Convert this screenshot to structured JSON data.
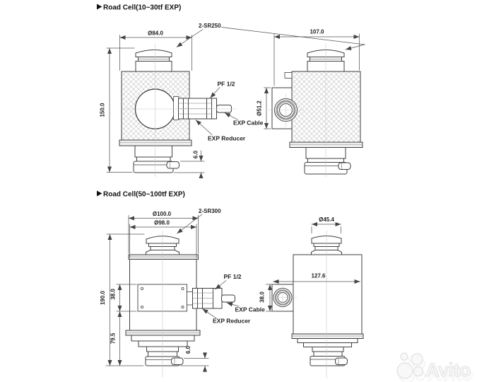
{
  "page": {
    "background": "#ffffff"
  },
  "section1": {
    "title": "Road Cell(10~30tf EXP)",
    "front": {
      "dia_top": "Ø84.0",
      "height": "150.0",
      "ring_height": "6.0",
      "spherical": "2-SR250",
      "thread": "PF 1/2",
      "cable": "EXP Cable",
      "reducer": "EXP Reducer"
    },
    "side": {
      "width": "107.0",
      "port_dia": "Ø51.2"
    }
  },
  "section2": {
    "title": "Road Cell(50~100tf EXP)",
    "front": {
      "dia_outer": "Ø100.0",
      "dia_inner": "Ø98.0",
      "spherical": "2-SR300",
      "height": "190.0",
      "plate_height": "38.0",
      "lower_height": "79.5",
      "ring_height": "6.0",
      "thread": "PF 1/2",
      "cable": "EXP Cable",
      "reducer": "EXP Reducer"
    },
    "side": {
      "dia_top": "Ø45.4",
      "body_width": "127.6",
      "port_height": "38.0"
    }
  },
  "watermark": {
    "brand": "Avito"
  },
  "colors": {
    "line": "#3f3f3f",
    "dim_line": "#555555",
    "hatch": "#c9c9c9",
    "text": "#222222",
    "centerline": "#c8c8c8",
    "flange_fill": "#efefef",
    "watermark": "#e2e2e2"
  }
}
